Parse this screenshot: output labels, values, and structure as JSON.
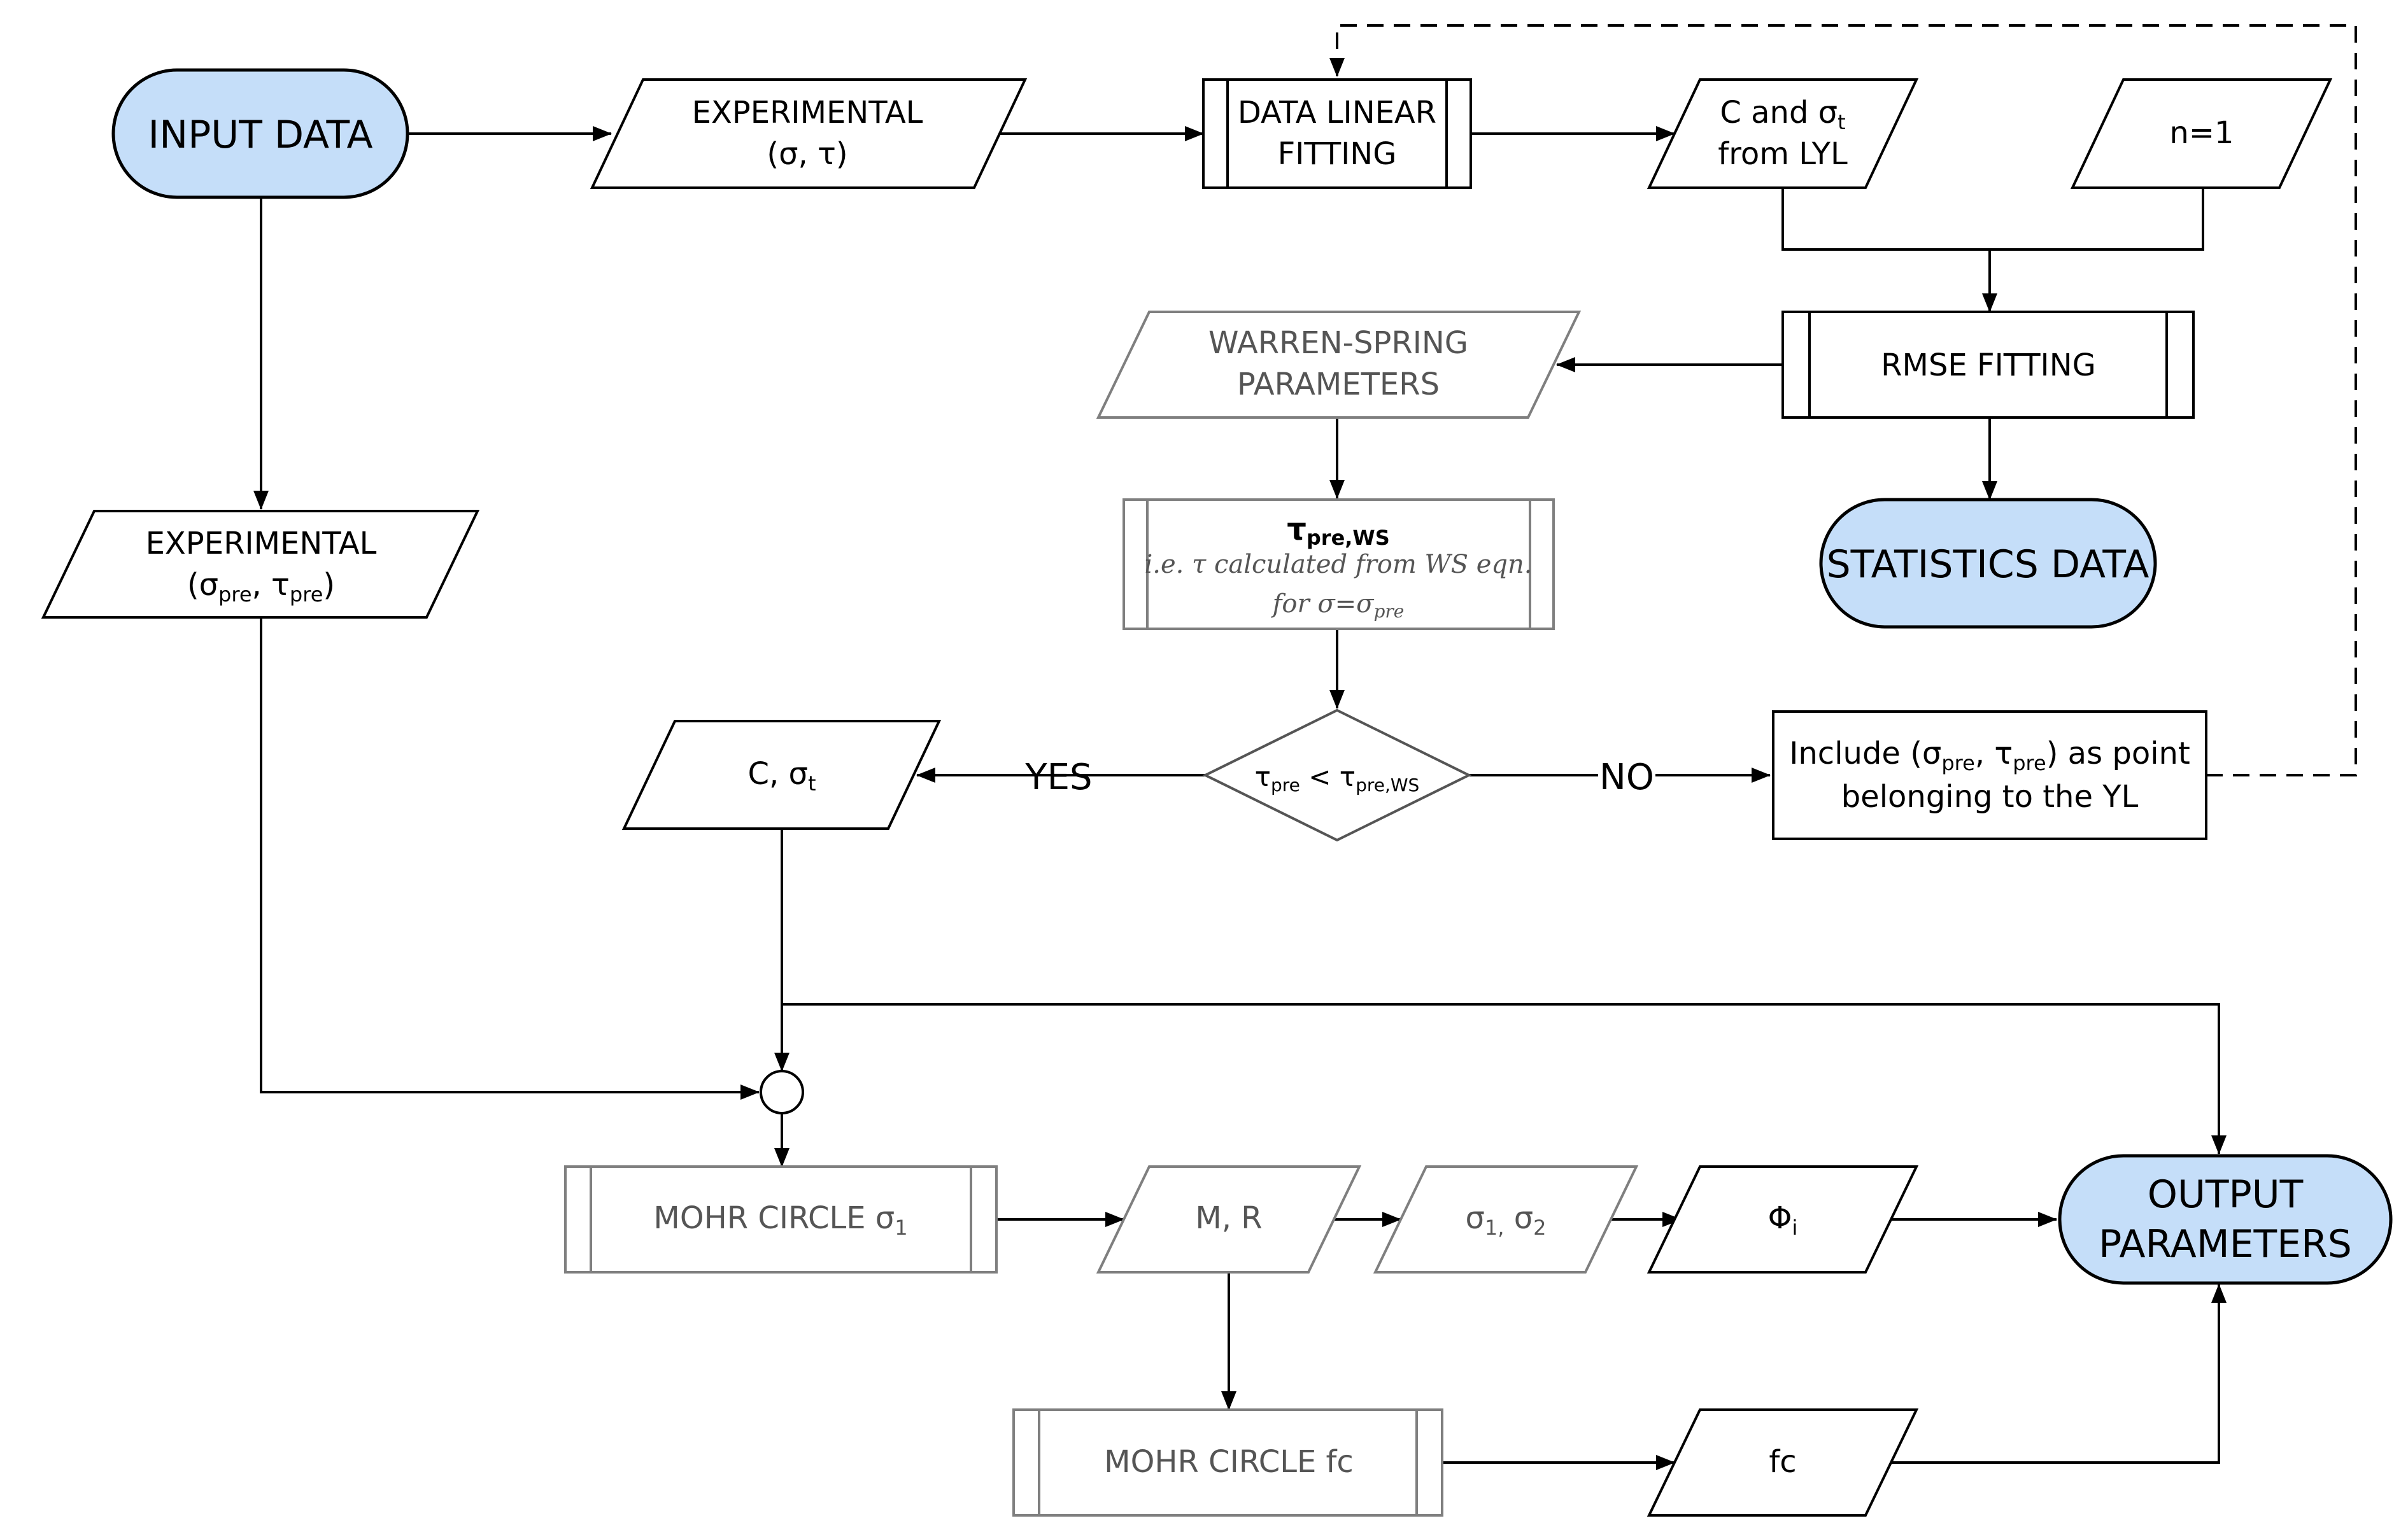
{
  "nodes": {
    "input_data": "INPUT DATA",
    "experimental_1": {
      "line1": "EXPERIMENTAL",
      "line2": "(σ, τ)"
    },
    "data_linear_fitting": {
      "line1": "DATA LINEAR",
      "line2": "FITTING"
    },
    "c_sigma_lyl": {
      "line1_pre": "C and σ",
      "line1_sub": "t",
      "line2": "from LYL"
    },
    "n_eq_1": "n=1",
    "warren_spring": {
      "line1": "WARREN-SPRING",
      "line2": "PARAMETERS"
    },
    "rmse_fitting": "RMSE FITTING",
    "statistics_data": "STATISTICS DATA",
    "experimental_2": {
      "line1": "EXPERIMENTAL",
      "line2_open": "(σ",
      "sub_pre": "pre",
      "line2_mid": ", τ",
      "line2_close": ")"
    },
    "tau_pre_ws": {
      "main": "τ",
      "sub": "pre,WS",
      "line2": "i.e. τ calculated from WS eqn.",
      "line3_pre": "for σ=σ",
      "line3_sub": "pre"
    },
    "decision": {
      "tau": "τ",
      "sub_pre": "pre",
      "lt": " < τ",
      "sub_ws": "pre,WS"
    },
    "include_point": {
      "line1_pre": "Include (σ",
      "sub_pre": "pre",
      "line1_mid": ", τ",
      "line1_post": ") as point",
      "line2": "belonging to the YL"
    },
    "c_sigma_t": {
      "pre": "C,  σ",
      "sub": "t"
    },
    "mohr_sigma1": {
      "pre": "MOHR CIRCLE σ",
      "sub": "1"
    },
    "m_r": "M, R",
    "sigma12": {
      "s1": "σ",
      "sub1": "1,",
      "s2": " σ",
      "sub2": "2"
    },
    "phi_i": {
      "main": "Φ",
      "sub": "i"
    },
    "output_parameters": {
      "line1": "OUTPUT",
      "line2": "PARAMETERS"
    },
    "mohr_fc": "MOHR CIRCLE fc",
    "fc": "fc"
  },
  "edge_labels": {
    "yes": "YES",
    "no": "NO"
  },
  "colors": {
    "terminal_fill": "#c5def9",
    "stroke": "#000000",
    "gray_stroke": "#7f7f7f"
  }
}
